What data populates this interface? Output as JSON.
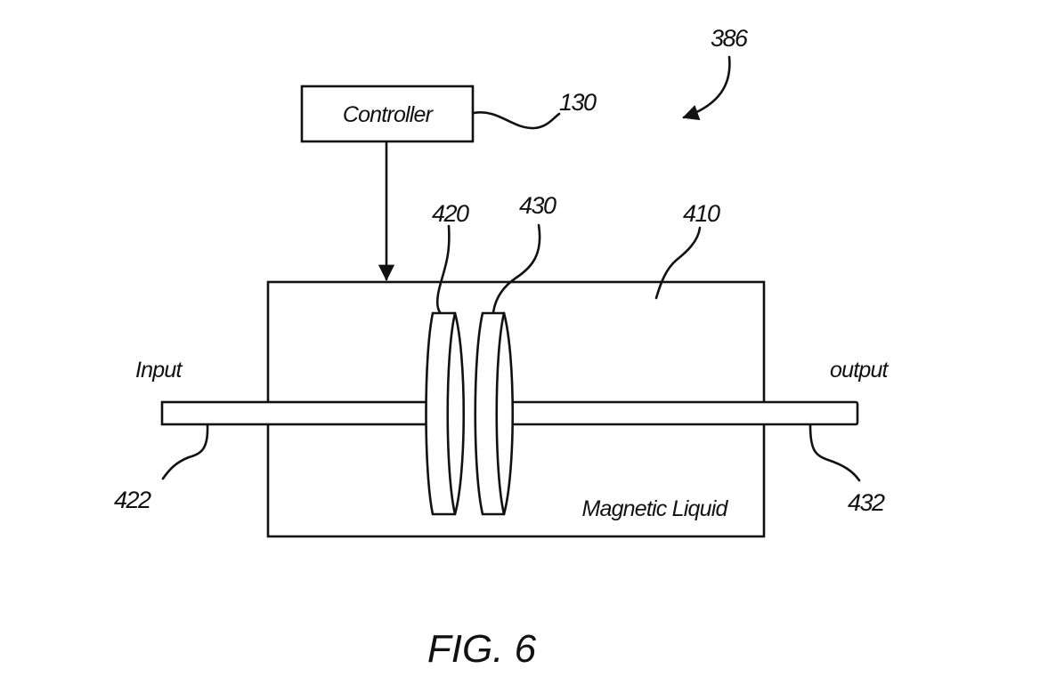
{
  "figure": {
    "caption": "FIG. 6",
    "system_ref": "386"
  },
  "controller": {
    "label": "Controller",
    "ref": "130"
  },
  "housing": {
    "label": "Magnetic Liquid",
    "ref": "410"
  },
  "plates": [
    {
      "ref": "420"
    },
    {
      "ref": "430"
    }
  ],
  "shafts": {
    "input": {
      "label": "Input",
      "ref": "422"
    },
    "output": {
      "label": "output",
      "ref": "432"
    }
  },
  "colors": {
    "line": "#111111",
    "background": "#ffffff"
  }
}
